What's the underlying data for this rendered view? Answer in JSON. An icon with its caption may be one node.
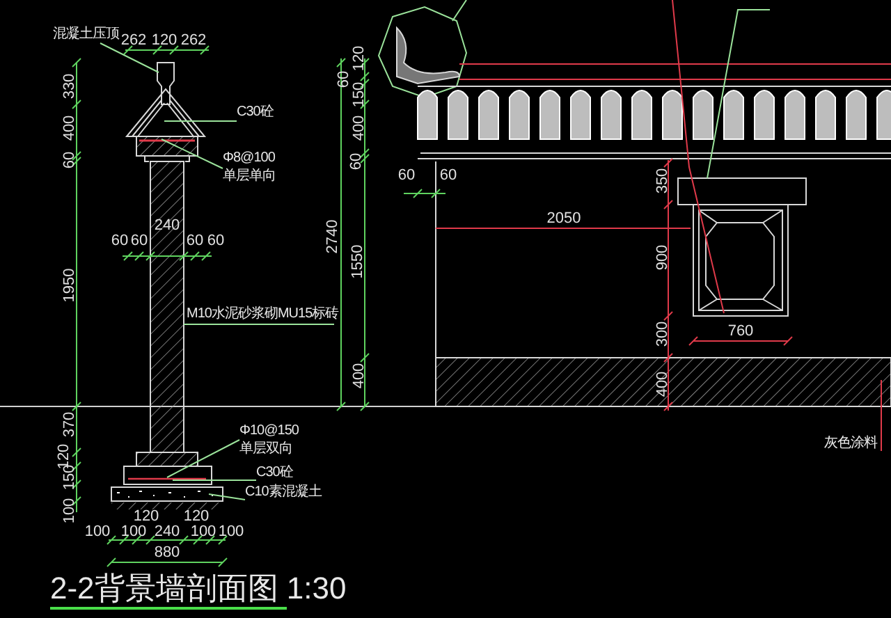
{
  "diagram": {
    "title": "2-2背景墙剖面图 1:30",
    "nodes": [
      {
        "text": [
          "混凝土压顶"
        ]
      },
      {
        "text": [
          "C30砼"
        ]
      },
      {
        "text": [
          "Φ8@100",
          "单层单向"
        ]
      },
      {
        "text": [
          "M10水泥砂浆砌MU15标砖"
        ]
      },
      {
        "text": [
          "Φ10@150",
          "单层双向"
        ]
      },
      {
        "text": [
          "C30砼"
        ]
      },
      {
        "text": [
          "C10素混凝土"
        ]
      },
      {
        "text": [
          "灰色涂料"
        ]
      },
      {
        "text": [],
        "shape": "box"
      }
    ],
    "edges": [
      {
        "from": 0,
        "to": null,
        "arrow": "none"
      },
      {
        "from": 1,
        "to": null,
        "arrow": "none"
      },
      {
        "from": 2,
        "to": null,
        "arrow": "none"
      },
      {
        "from": 3,
        "to": 8,
        "arrow": "none"
      },
      {
        "from": 4,
        "to": null,
        "arrow": "none"
      },
      {
        "from": 5,
        "to": null,
        "arrow": "none"
      },
      {
        "from": 6,
        "to": null,
        "arrow": "none"
      },
      {
        "from": 7,
        "to": null,
        "arrow": "none",
        "color": "#e03a4a"
      }
    ],
    "labels": [
      "262",
      "120",
      "262",
      "330",
      "400",
      "60",
      "240",
      "60",
      "60",
      "60",
      "60",
      "1950",
      "370",
      "120",
      "150",
      "100",
      "120",
      "120",
      "100",
      "100",
      "240",
      "100",
      "100",
      "880",
      "2740",
      "120",
      "60",
      "150",
      "400",
      "60",
      "1550",
      "400",
      "60",
      "60",
      "2050",
      "350",
      "900",
      "300",
      "400",
      "760"
    ]
  }
}
